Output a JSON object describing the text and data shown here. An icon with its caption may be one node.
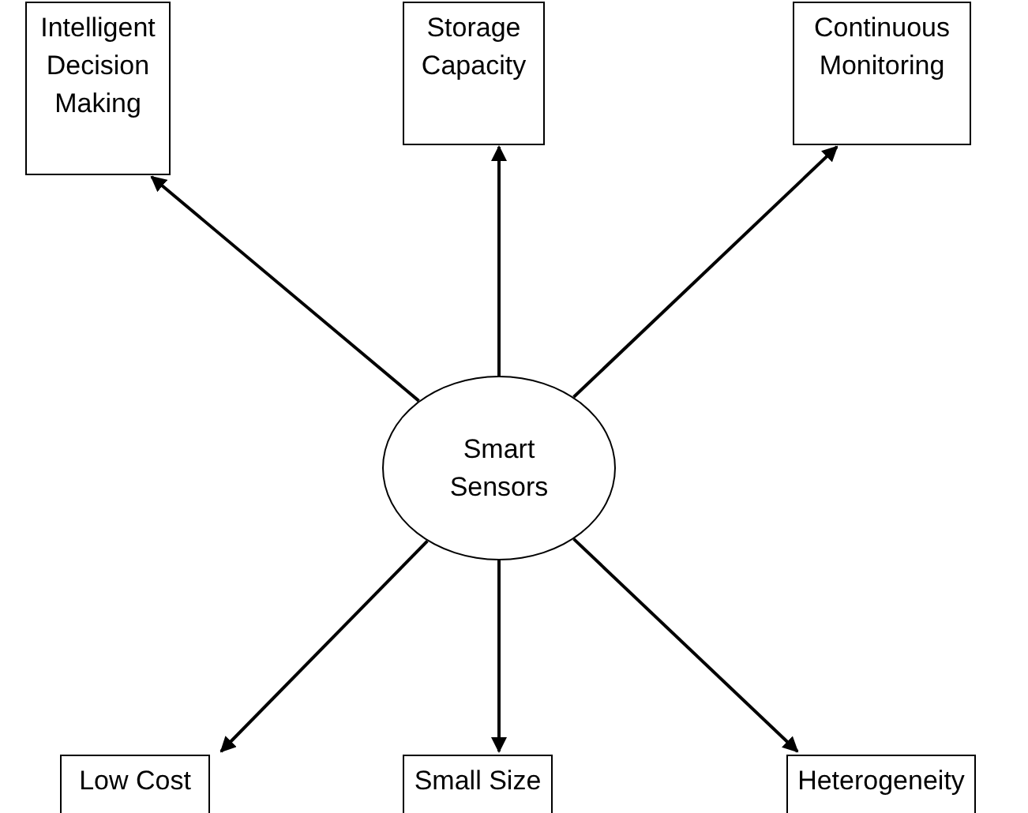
{
  "diagram": {
    "nodes": [
      {
        "text": [
          "Intelligent Decision Making"
        ]
      },
      {
        "text": [
          "Storage Capacity"
        ]
      },
      {
        "text": [
          "Continuous Monitoring"
        ]
      },
      {
        "text": [
          "Smart Sensors"
        ]
      },
      {
        "text": [
          "Low Cost"
        ]
      },
      {
        "text": [
          "Small Size"
        ]
      },
      {
        "text": [
          "Heterogeneity"
        ]
      }
    ],
    "edges": [
      {
        "from": 3,
        "to": 0,
        "arrow": "to"
      },
      {
        "from": 3,
        "to": 1,
        "arrow": "to"
      },
      {
        "from": 3,
        "to": 2,
        "arrow": "to"
      },
      {
        "from": 3,
        "to": 4,
        "arrow": "to"
      },
      {
        "from": 3,
        "to": 5,
        "arrow": "to"
      },
      {
        "from": 3,
        "to": 6,
        "arrow": "to"
      }
    ]
  }
}
